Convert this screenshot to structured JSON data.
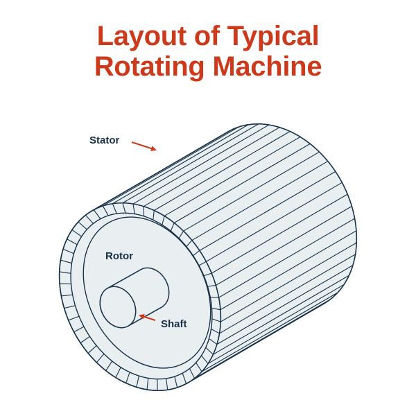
{
  "title": {
    "line1": "Layout of Typical",
    "line2": "Rotating Machine"
  },
  "labels": {
    "stator": "Stator",
    "rotor": "Rotor",
    "shaft": "Shaft"
  },
  "colors": {
    "title": "#cc3a1c",
    "arrow": "#cc3a1c",
    "outline": "#163048",
    "fill": "#e9eff0",
    "label": "#163048"
  },
  "components": [
    "stator",
    "rotor",
    "shaft"
  ]
}
